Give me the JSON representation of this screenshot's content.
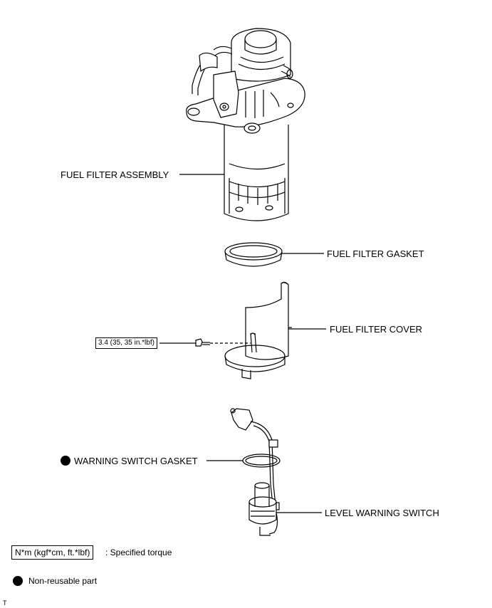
{
  "labels": {
    "fuel_filter_assembly": "FUEL FILTER ASSEMBLY",
    "fuel_filter_gasket": "FUEL FILTER GASKET",
    "fuel_filter_cover": "FUEL FILTER COVER",
    "warning_switch_gasket": "WARNING SWITCH GASKET",
    "level_warning_switch": "LEVEL WARNING SWITCH"
  },
  "torque_spec": "3.4 (35, 35 in.*lbf)",
  "legend": {
    "torque_unit": "N*m (kgf*cm, ft.*lbf)",
    "torque_desc": ": Specified torque",
    "nonreusable_desc": "Non-reusable part"
  },
  "corner_mark": "T"
}
